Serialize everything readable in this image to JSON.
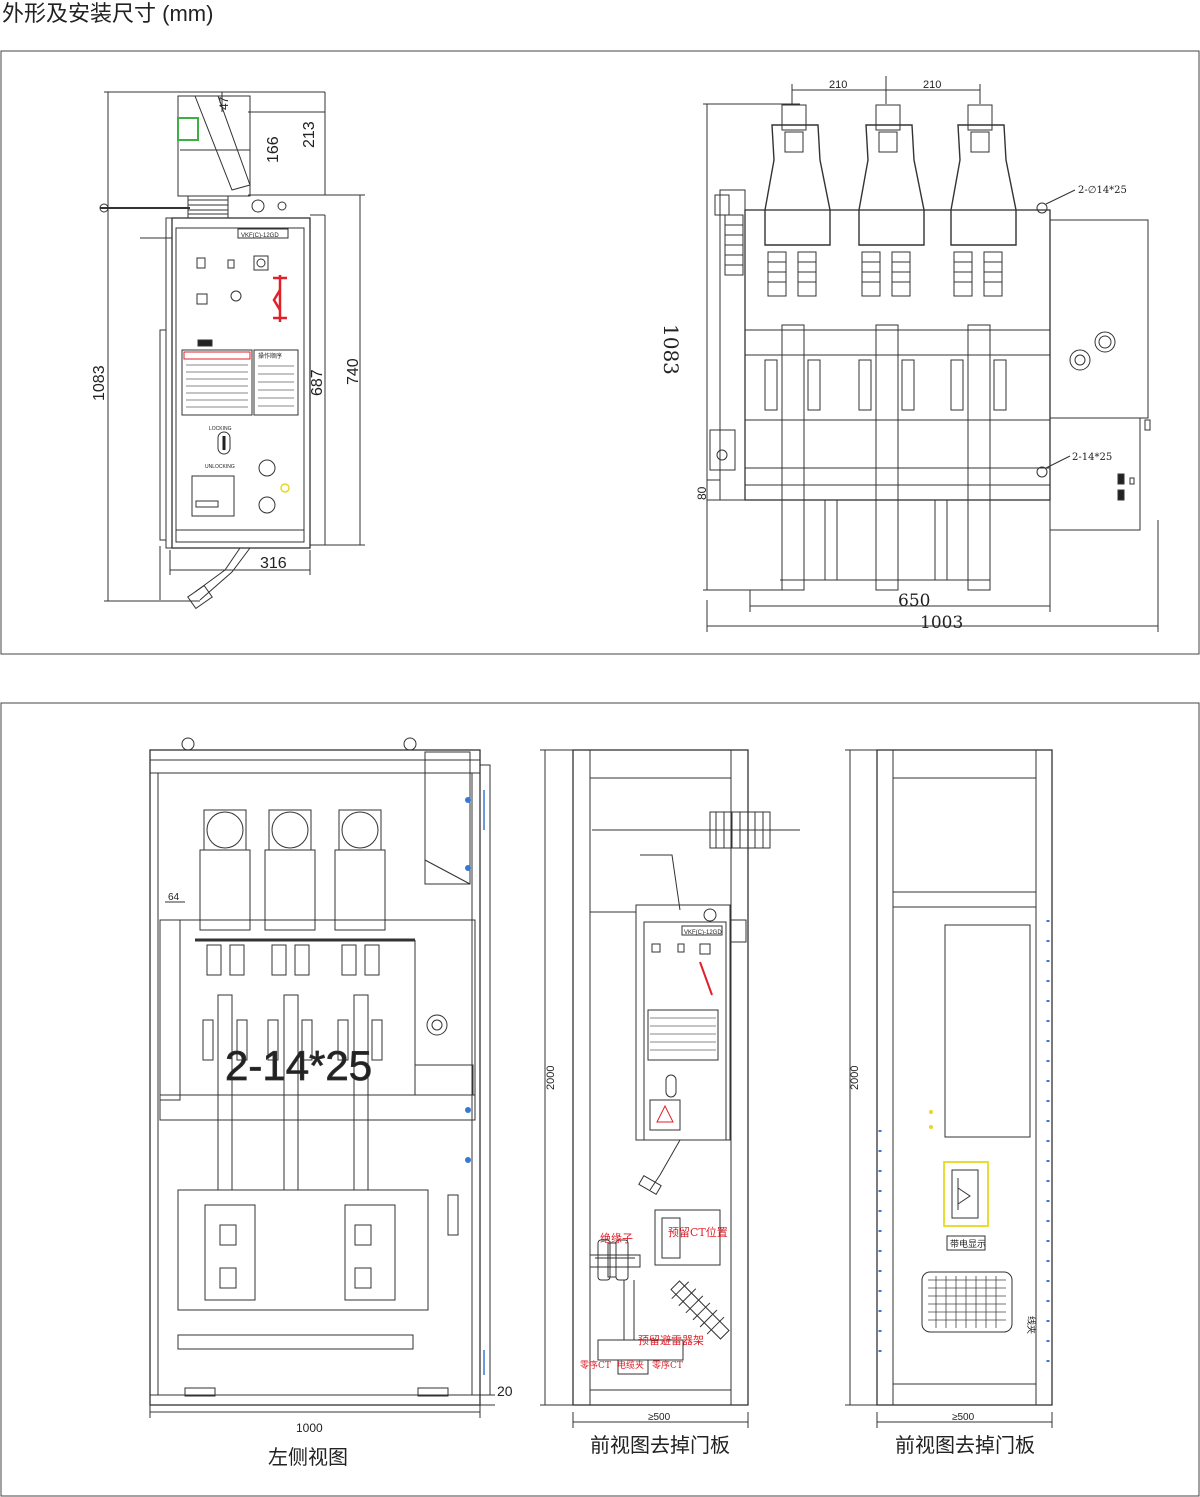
{
  "title": "外形及安装尺寸 (mm)",
  "panel_top": {
    "breaker_side": {
      "nameplate": "VKF(C)-12GD",
      "dims": {
        "d47": "47",
        "d213": "213",
        "d166": "166",
        "d1083": "1083",
        "d687": "687",
        "d740": "740",
        "d316": "316"
      },
      "operation_label": "操作顺序",
      "locking_label": "LOCKING",
      "unlocking_label": "UNLOCKING"
    },
    "breaker_front": {
      "dims": {
        "d210a": "210",
        "d210b": "210",
        "d1083": "1083",
        "d80": "80",
        "d650": "650",
        "d1003": "1003"
      },
      "hole_top": "2-∅14*25",
      "hole_bottom": "2-14*25"
    }
  },
  "panel_bottom": {
    "left_view": {
      "caption": "左侧视图",
      "dims": {
        "d64": "64",
        "d1000": "1000",
        "d20": "20"
      },
      "overlay_text": "2-14*25"
    },
    "middle_view": {
      "caption": "前视图去掉门板",
      "dims": {
        "d2000": "2000",
        "d500": "≥500"
      },
      "nameplate": "VKF(C)-12GD",
      "labels": {
        "insulator": "绝缘子",
        "ct_reserved": "预留CT位置",
        "arrester_reserved": "预留避雷器架",
        "zero_ct_1": "零序CT",
        "zero_ct_mid": "电缆夹",
        "zero_ct_2": "零序CT"
      }
    },
    "right_view": {
      "caption": "前视图去掉门板",
      "dims": {
        "d2000": "2000",
        "d500": "≥500"
      },
      "indicator_label": "带电显示",
      "grille_label": "线夹"
    }
  },
  "colors": {
    "line": "#333333",
    "red": "#e0202a",
    "green": "#3cb043",
    "yellow": "#e8d820",
    "blue": "#3a78d0",
    "bg": "#ffffff"
  }
}
